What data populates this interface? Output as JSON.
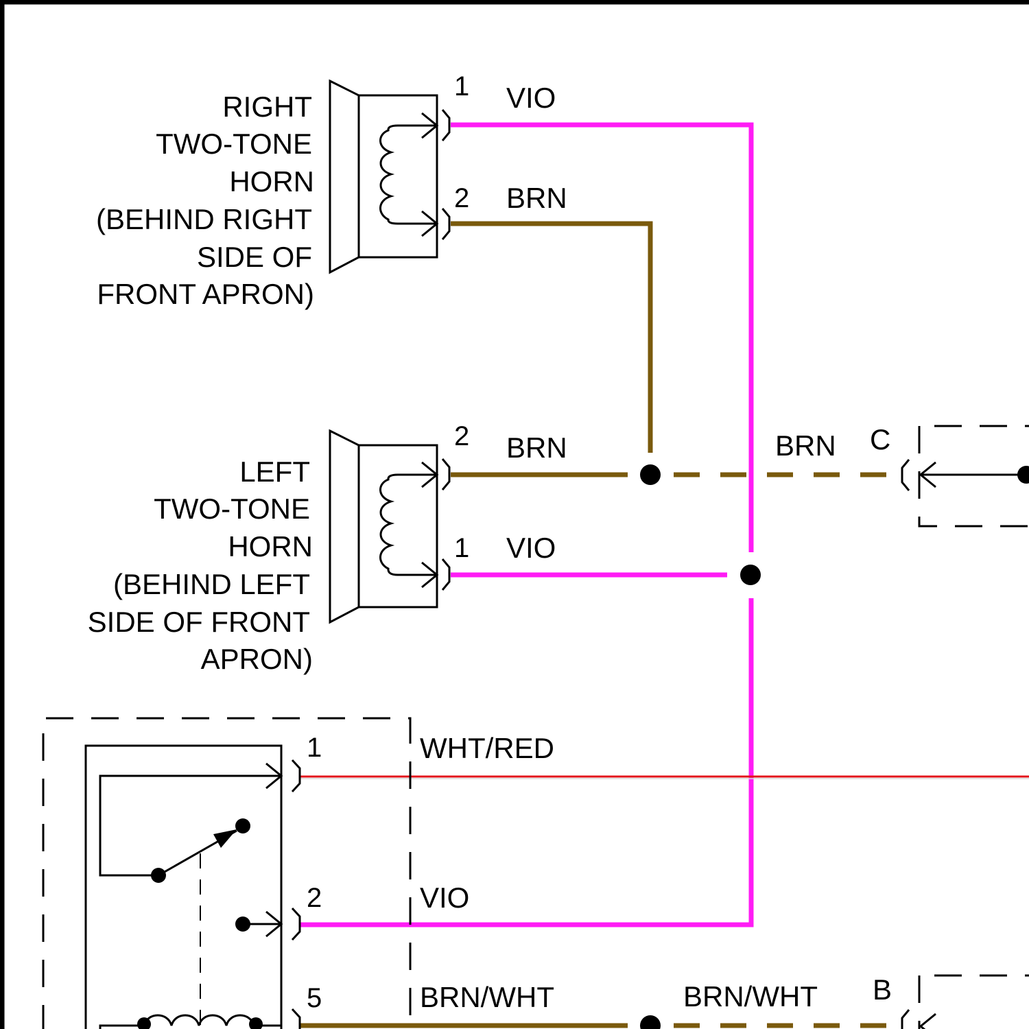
{
  "components": {
    "right_horn": {
      "lines": [
        "RIGHT",
        "TWO-TONE",
        "HORN",
        "(BEHIND RIGHT",
        "SIDE OF",
        "FRONT APRON)"
      ],
      "pins": [
        {
          "pin": "1",
          "wire": "VIO"
        },
        {
          "pin": "2",
          "wire": "BRN"
        }
      ]
    },
    "left_horn": {
      "lines": [
        "LEFT",
        "TWO-TONE",
        "HORN",
        "(BEHIND LEFT",
        "SIDE OF FRONT",
        "APRON)"
      ],
      "pins": [
        {
          "pin": "2",
          "wire": "BRN"
        },
        {
          "pin": "1",
          "wire": "VIO"
        }
      ]
    },
    "relay": {
      "pins": [
        {
          "pin": "1",
          "wire": "WHT/RED"
        },
        {
          "pin": "2",
          "wire": "VIO"
        },
        {
          "pin": "5",
          "wire": "BRN/WHT"
        }
      ]
    }
  },
  "wires": {
    "brn_splice_label": "BRN",
    "brn_wht_splice_label": "BRN/WHT"
  },
  "connectors": {
    "c": "C",
    "b": "B"
  },
  "colors": {
    "VIO": "#ff1cf5",
    "BRN": "#7a5a0d",
    "WHT/RED": "#e3141b",
    "BRN/WHT": "#7a5a0d"
  }
}
